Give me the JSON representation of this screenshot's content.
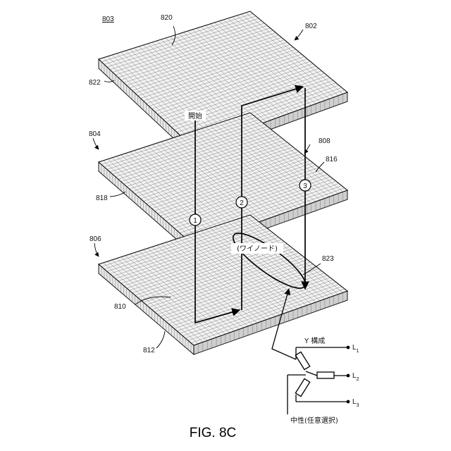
{
  "figure_caption": "FIG. 8C",
  "ref_labels": {
    "stack": "803",
    "plate_top": "802",
    "plate_mid": "804",
    "plate_bot": "806",
    "top_surface": "820",
    "top_edge": "822",
    "mid_label_808": "808",
    "mid_surface": "816",
    "mid_edge": "818",
    "bot_surface": "810",
    "bot_edge": "812",
    "bot_right": "823"
  },
  "text_labels": {
    "start": "開始",
    "wye_node": "(ワイノード)",
    "y_config": "Y 構成",
    "neutral": "中性(任意選択)"
  },
  "paths": [
    "1",
    "2",
    "3"
  ],
  "lines": [
    {
      "letter": "L",
      "sub": "1"
    },
    {
      "letter": "L",
      "sub": "2"
    },
    {
      "letter": "L",
      "sub": "3"
    }
  ]
}
